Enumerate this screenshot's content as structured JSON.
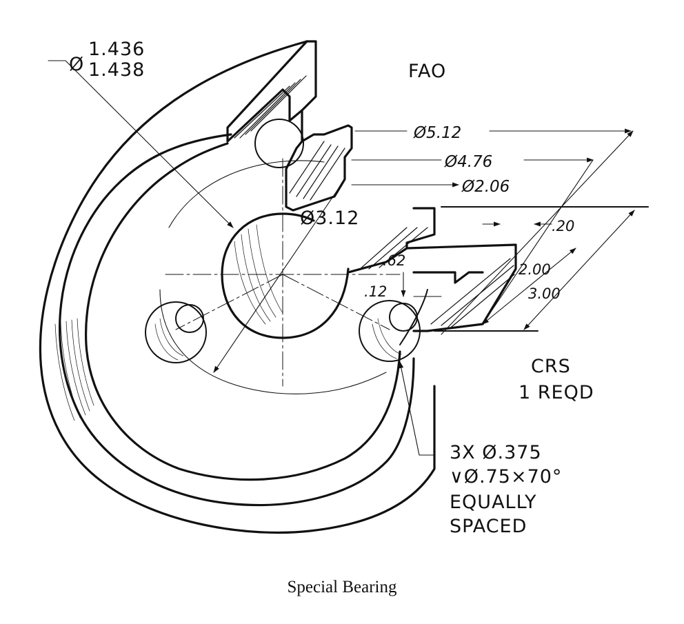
{
  "caption": "Special Bearing",
  "notes": {
    "fao": "FAO",
    "material": "CRS",
    "quantity": "1 REQD",
    "holes_line1": "3X Ø.375",
    "holes_line2": "∨Ø.75×70°",
    "holes_line3": "EQUALLY",
    "holes_line4": "SPACED"
  },
  "dimensions": {
    "bore_sym": "Ø",
    "bore_upper": "1.436",
    "bore_lower": "1.438",
    "dia_512": "Ø5.12",
    "dia_476": "Ø4.76",
    "dia_206": "Ø2.06",
    "dia_312": "Ø3.12",
    "d_20": ".20",
    "d_200": "2.00",
    "d_300": "3.00",
    "d_62": ".62",
    "d_12": ".12"
  }
}
